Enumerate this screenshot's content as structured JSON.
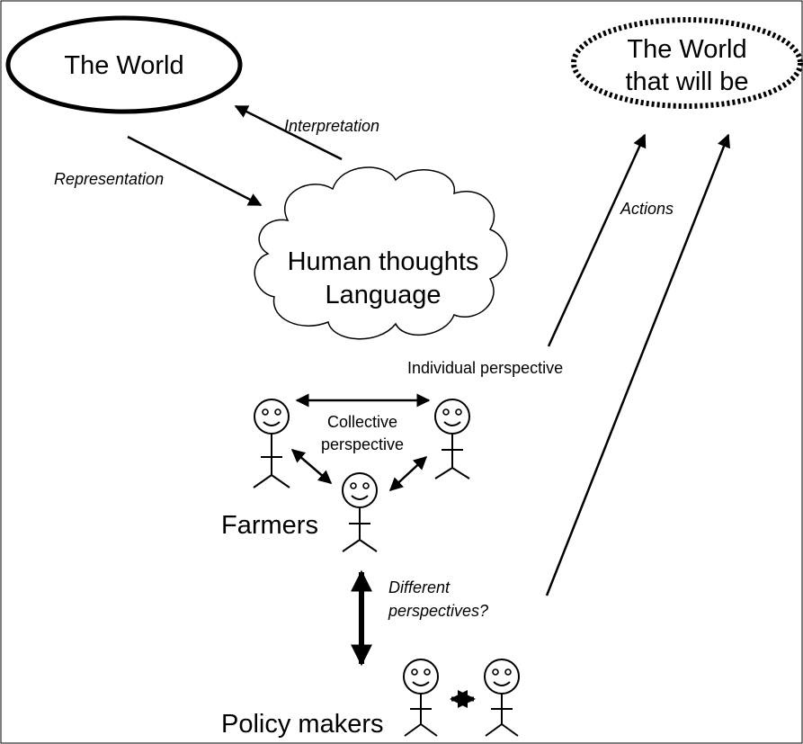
{
  "nodes": {
    "world": "The World",
    "world_future_line1": "The World",
    "world_future_line2": "that will be",
    "thoughts_line1": "Human thoughts",
    "thoughts_line2": "Language"
  },
  "edges": {
    "interpretation": "Interpretation",
    "representation": "Representation",
    "actions": "Actions",
    "different_line1": "Different",
    "different_line2": "perspectives?"
  },
  "labels": {
    "individual": "Individual perspective",
    "collective_line1": "Collective",
    "collective_line2": "perspective",
    "farmers": "Farmers",
    "policy_makers": "Policy makers"
  }
}
